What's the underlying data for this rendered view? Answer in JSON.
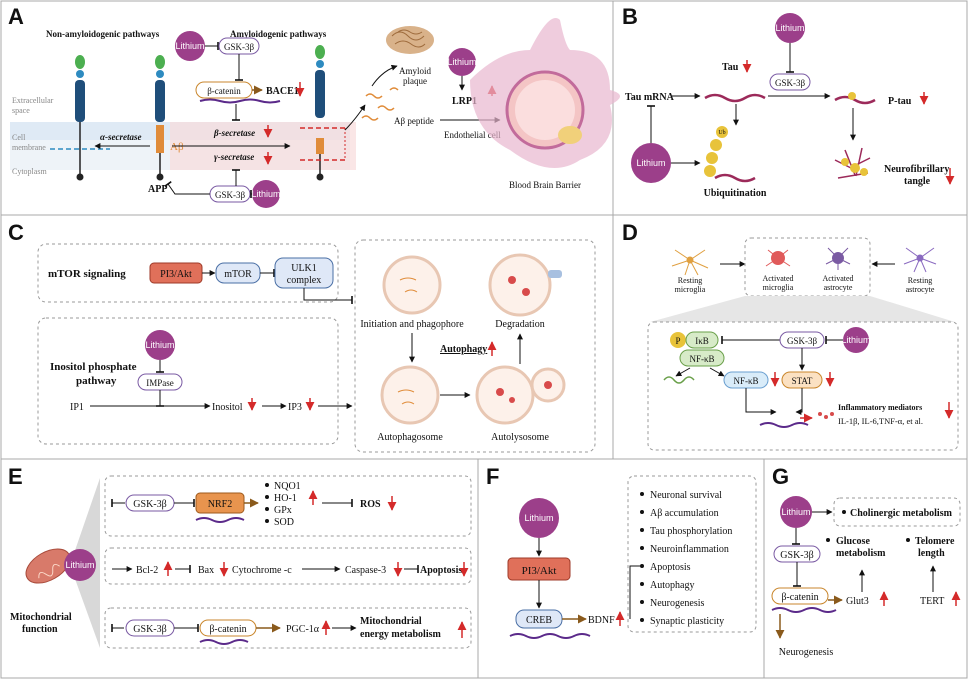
{
  "panels": {
    "A": {
      "label": "A",
      "non_amyloid": "Non-amyloidogenic pathways",
      "amyloid": "Amyloidogenic pathways",
      "lithium": "Lithium",
      "gsk": "GSK-3β",
      "beta_catenin": "β-catenin",
      "bace1": "BACE1",
      "extracellular": "Extracellular space",
      "extracellular_1": "Extracellular",
      "extracellular_2": "space",
      "cell_membrane_1": "Cell",
      "cell_membrane_2": "membrane",
      "cytoplasm": "Cytoplasm",
      "alpha_sec": "α-secretase",
      "beta_sec": "β-secretase",
      "gamma_sec": "γ-secretase",
      "abeta": "Aβ",
      "app": "APP",
      "amyloid_plaque_1": "Amyloid",
      "amyloid_plaque_2": "plaque",
      "abeta_peptide": "Aβ peptide",
      "lrp1": "LRP1",
      "endothelial": "Endothelial cell",
      "bbb": "Blood Brain Barrier"
    },
    "B": {
      "label": "B",
      "lithium": "Lithium",
      "tau": "Tau",
      "tau_mrna": "Tau mRNA",
      "gsk": "GSK-3β",
      "ptau": "P-tau",
      "ub": "Ub",
      "ubiquitination": "Ubiquitination",
      "nft_1": "Neurofibrillary",
      "nft_2": "tangle"
    },
    "C": {
      "label": "C",
      "mtor_signaling": "mTOR signaling",
      "pi3k": "PI3/Akt",
      "mtor": "mTOR",
      "ulk1_1": "ULK1",
      "ulk1_2": "complex",
      "inositol_pathway_1": "Inositol phosphate",
      "inositol_pathway_2": "pathway",
      "lithium": "Lithium",
      "impase": "IMPase",
      "ip1": "IP1",
      "inositol": "Inositol",
      "ip3": "IP3",
      "initiation": "Initiation and phagophore",
      "degradation": "Degradation",
      "autophagy": "Autophagy",
      "autophagosome": "Autophagosome",
      "autolysosome": "Autolysosome"
    },
    "D": {
      "label": "D",
      "resting_microglia_1": "Resting",
      "resting_microglia_2": "microglia",
      "activated_microglia_1": "Activated",
      "activated_microglia_2": "microglia",
      "activated_astrocyte_1": "Activated",
      "activated_astrocyte_2": "astrocyte",
      "resting_astrocyte_1": "Resting",
      "resting_astrocyte_2": "astrocyte",
      "p": "P",
      "ikb": "IκB",
      "nfkb": "NF-κB",
      "gsk": "GSK-3β",
      "lithium": "Lithium",
      "stat": "STAT",
      "inflammatory": "Inflammatory mediators",
      "cytokines": "IL-1β, IL-6,TNF-α, et al."
    },
    "E": {
      "label": "E",
      "lithium": "Lithium",
      "mito_function_1": "Mitochondrial",
      "mito_function_2": "function",
      "gsk": "GSK-3β",
      "nrf2": "NRF2",
      "targets": [
        "NQO1",
        "HO-1",
        "GPx",
        "SOD"
      ],
      "ros": "ROS",
      "bcl2": "Bcl-2",
      "bax": "Bax",
      "cytc": "Cytochrome -c",
      "casp3": "Caspase-3",
      "apoptosis": "Apoptosis",
      "beta_catenin": "β-catenin",
      "pgc": "PGC-1α",
      "mito_energy_1": "Mitochondrial",
      "mito_energy_2": "energy metabolism"
    },
    "F": {
      "label": "F",
      "lithium": "Lithium",
      "pi3k": "PI3/Akt",
      "creb": "CREB",
      "bdnf": "BDNF",
      "outcomes": [
        "Neuronal survival",
        "Aβ accumulation",
        "Tau phosphorylation",
        "Neuroinflammation",
        "Apoptosis",
        "Autophagy",
        "Neurogenesis",
        "Synaptic plasticity"
      ]
    },
    "G": {
      "label": "G",
      "lithium": "Lithium",
      "cholinergic": "Cholinergic metabolism",
      "gsk": "GSK-3β",
      "glucose_1": "Glucose",
      "glucose_2": "metabolism",
      "telomere_1": "Telomere",
      "telomere_2": "length",
      "beta_catenin": "β-catenin",
      "glut3": "Glut3",
      "tert": "TERT",
      "neurogenesis": "Neurogenesis"
    }
  },
  "colors": {
    "lithium": "#9c3f8a",
    "increase_decrease_arrow": "#d42a2a",
    "panel_border": "#999999",
    "pi3k_fill": "#e0705a",
    "mtor_fill": "#dfe8f7",
    "nrf2_fill": "#e8944e",
    "catenin_border": "#c9862c",
    "gsk_border": "#7a5aa3",
    "dna": "#5b2a8a"
  }
}
